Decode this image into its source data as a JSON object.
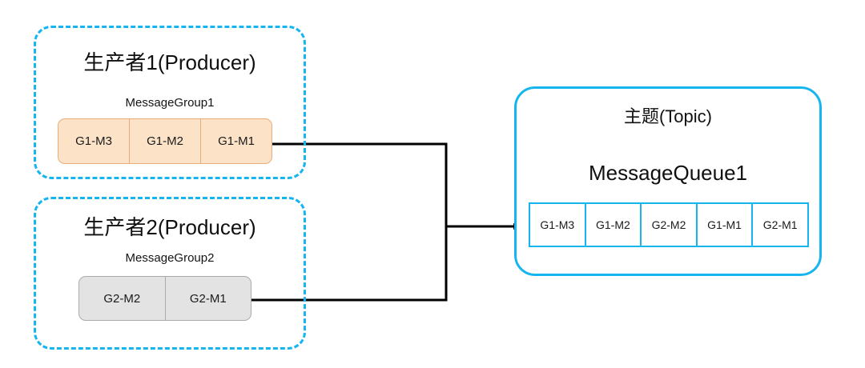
{
  "diagram": {
    "title_hidden": "RocketMQ ordered message production diagram",
    "colors": {
      "accent_cyan": "#15B6F0",
      "group1_fill": "#FCE3C8",
      "group1_border": "#E8AD7D",
      "group2_fill": "#E3E3E3",
      "group2_border": "#ABABAB",
      "connector": "#000000",
      "text": "#1a1a1a"
    }
  },
  "producers": [
    {
      "id": "producer-1",
      "title": "生产者1(Producer)",
      "group_label": "MessageGroup1",
      "messages": [
        "G1-M3",
        "G1-M2",
        "G1-M1"
      ]
    },
    {
      "id": "producer-2",
      "title": "生产者2(Producer)",
      "group_label": "MessageGroup2",
      "messages": [
        "G2-M2",
        "G2-M1"
      ]
    }
  ],
  "topic": {
    "title": "主题(Topic)",
    "queue_name": "MessageQueue1",
    "queue_messages": [
      "G1-M3",
      "G1-M2",
      "G2-M2",
      "G1-M1",
      "G2-M1"
    ]
  },
  "connectors": {
    "arrow_name": "producer-to-topic-arrow"
  }
}
